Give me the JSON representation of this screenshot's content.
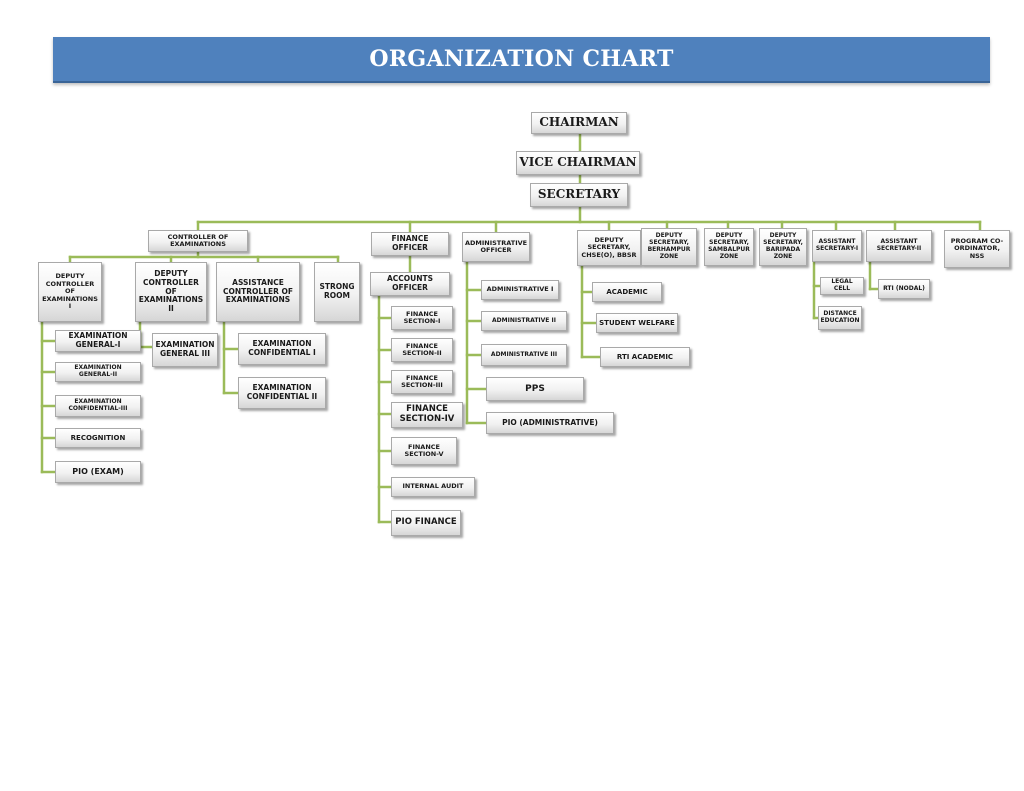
{
  "title": "ORGANIZATION CHART",
  "nodes": {
    "chairman": "CHAIRMAN",
    "vice_chairman": "VICE CHAIRMAN",
    "secretary": "SECRETARY",
    "controller_of_examinations": "CONTROLLER OF EXAMINATIONS",
    "finance_officer": "FINANCE OFFICER",
    "administrative_officer": "ADMINISTRATIVE OFFICER",
    "deputy_secretary_chse": "DEPUTY SECRETARY, CHSE(O), BBSR",
    "deputy_secretary_berhampur": "DEPUTY SECRETARY, BERHAMPUR ZONE",
    "deputy_secretary_sambalpur": "DEPUTY SECRETARY, SAMBALPUR ZONE",
    "deputy_secretary_baripada": "DEPUTY SECRETARY, BARIPADA ZONE",
    "assistant_secretary_1": "ASSISTANT SECRETARY-I",
    "assistant_secretary_2": "ASSISTANT SECRETARY-II",
    "program_coordinator_nss": "PROGRAM CO-ORDINATOR, NSS",
    "deputy_controller_1": "DEPUTY CONTROLLER OF EXAMINATIONS I",
    "deputy_controller_2": "DEPUTY CONTROLLER OF EXAMINATIONS II",
    "assistance_controller": "ASSISTANCE CONTROLLER OF EXAMINATIONS",
    "strong_room": "STRONG ROOM",
    "examination_general_1": "EXAMINATION GENERAL-I",
    "examination_general_2": "EXAMINATION GENERAL-II",
    "examination_confidential_3": "EXAMINATION CONFIDENTIAL-III",
    "recognition": "RECOGNITION",
    "pio_exam": "PIO  (EXAM)",
    "examination_general_3": "EXAMINATION GENERAL III",
    "examination_confidential_1": "EXAMINATION CONFIDENTIAL I",
    "examination_confidential_2": "EXAMINATION CONFIDENTIAL II",
    "accounts_officer": "ACCOUNTS OFFICER",
    "finance_section_1": "FINANCE SECTION-I",
    "finance_section_2": "FINANCE SECTION-II",
    "finance_section_3": "FINANCE SECTION-III",
    "finance_section_4": "FINANCE SECTION-IV",
    "finance_section_5": "FINANCE SECTION-V",
    "internal_audit": "INTERNAL AUDIT",
    "pio_finance": "PIO FINANCE",
    "administrative_1": "ADMINISTRATIVE I",
    "administrative_2": "ADMINISTRATIVE II",
    "administrative_3": "ADMINISTRATIVE III",
    "pps": "PPS",
    "pio_administrative": "PIO (ADMINISTRATIVE)",
    "academic": "ACADEMIC",
    "student_welfare": "STUDENT WELFARE",
    "rti_academic": "RTI ACADEMIC",
    "legal_cell": "LEGAL CELL",
    "distance_education": "DISTANCE EDUCATION",
    "rti_nodal": "RTI (NODAL)"
  },
  "colors": {
    "banner": "#4f81bd",
    "connector": "#9bbb59",
    "banner_text": "#ffffff"
  }
}
